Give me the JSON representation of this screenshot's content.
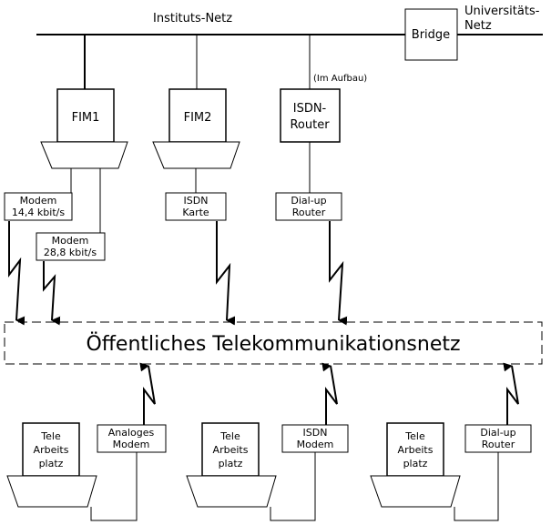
{
  "network": {
    "institute_net": "Instituts-Netz",
    "university_net_line1": "Universitäts-",
    "university_net_line2": "Netz",
    "bridge": "Bridge",
    "in_progress": "(Im Aufbau)"
  },
  "servers": {
    "fim1": "FIM1",
    "fim2": "FIM2",
    "isdn_router_line1": "ISDN-",
    "isdn_router_line2": "Router"
  },
  "devices": {
    "modem1_line1": "Modem",
    "modem1_line2": "14,4 kbit/s",
    "modem2_line1": "Modem",
    "modem2_line2": "28,8 kbit/s",
    "isdn_card_line1": "ISDN",
    "isdn_card_line2": "Karte",
    "dialup_router_line1": "Dial-up",
    "dialup_router_line2": "Router"
  },
  "public_net": "Öffentliches Telekommunikationsnetz",
  "workplaces": [
    {
      "label_line1": "Tele",
      "label_line2": "Arbeits",
      "label_line3": "platz",
      "device_line1": "Analoges",
      "device_line2": "Modem"
    },
    {
      "label_line1": "Tele",
      "label_line2": "Arbeits",
      "label_line3": "platz",
      "device_line1": "ISDN",
      "device_line2": "Modem"
    },
    {
      "label_line1": "Tele",
      "label_line2": "Arbeits",
      "label_line3": "platz",
      "device_line1": "Dial-up",
      "device_line2": "Router"
    }
  ]
}
